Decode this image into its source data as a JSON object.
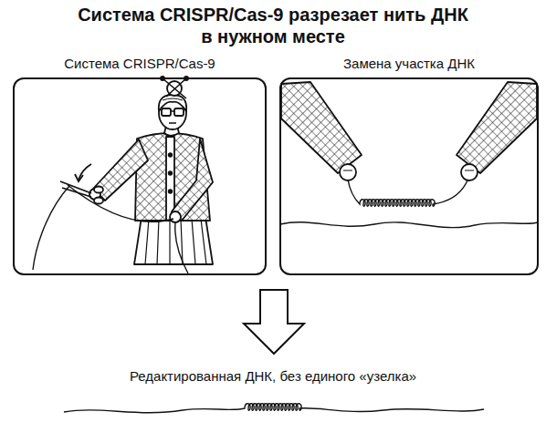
{
  "diagram": {
    "title": "Система CRISPR/Cas-9 разрезает нить ДНК в нужном месте",
    "nodes": [
      {
        "text": [
          "Система CRISPR/Cas-9"
        ]
      },
      {
        "text": [
          "Замена участка ДНК"
        ]
      }
    ],
    "labels": [
      "Редактированная ДНК, без единого «узелка»"
    ]
  }
}
